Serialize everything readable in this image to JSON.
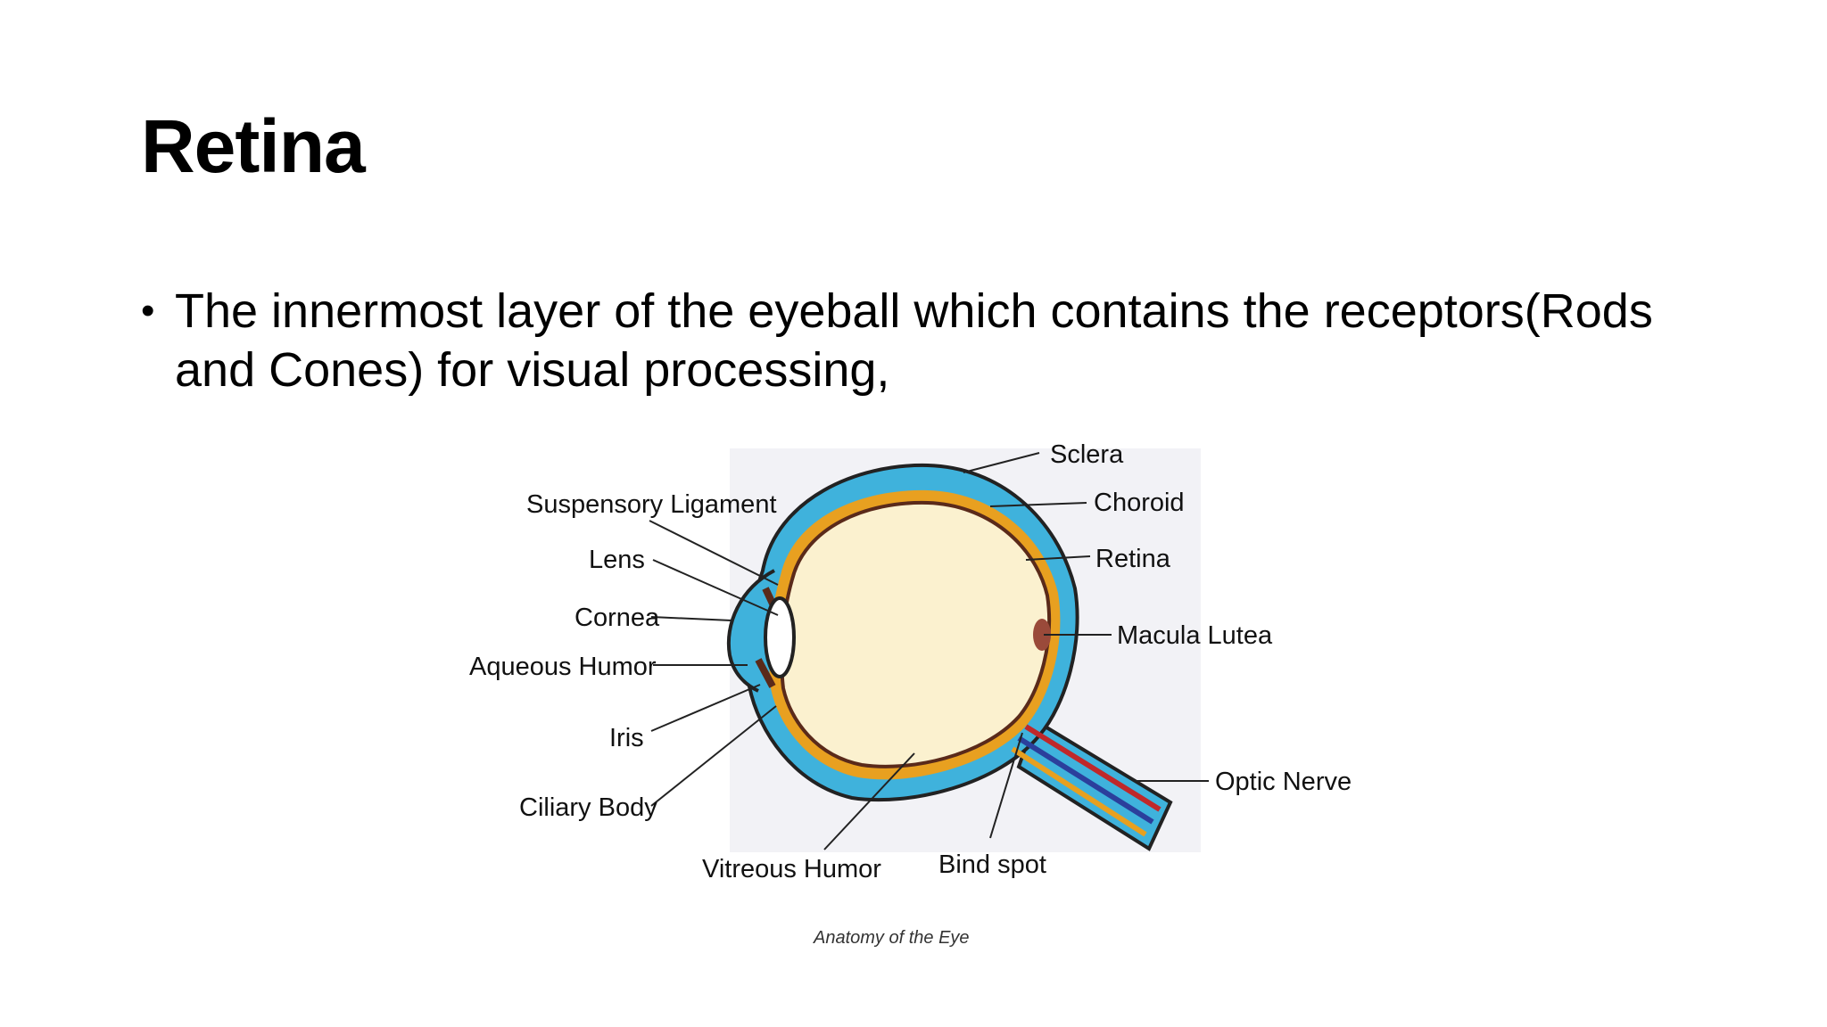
{
  "slide": {
    "title": "Retina",
    "bullet": "The innermost layer of the eyeball which contains the receptors(Rods and Cones) for visual processing,"
  },
  "diagram": {
    "labels": {
      "sclera": "Sclera",
      "choroid": "Choroid",
      "retina": "Retina",
      "macula_lutea": "Macula Lutea",
      "optic_nerve": "Optic Nerve",
      "suspensory_ligament": "Suspensory Ligament",
      "lens": "Lens",
      "cornea": "Cornea",
      "aqueous_humor": "Aqueous Humor",
      "iris": "Iris",
      "ciliary_body": "Ciliary Body",
      "vitreous_humor": "Vitreous Humor",
      "blind_spot": "Bind spot"
    },
    "caption": "Anatomy of the Eye",
    "colors": {
      "sclera": "#3fb2dc",
      "choroid": "#e8a020",
      "retina": "#5a2a1a",
      "vitreous": "#fbf1cf",
      "nerve_red": "#c0282a",
      "nerve_blue": "#2b3f9c"
    }
  }
}
